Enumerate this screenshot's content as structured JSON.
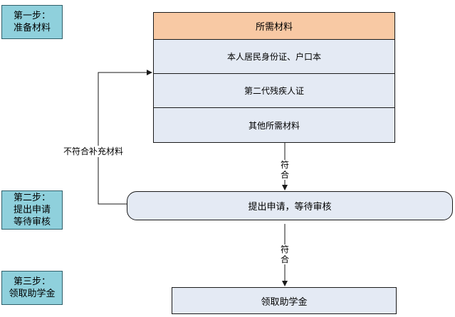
{
  "steps": [
    {
      "line1": "第一步：",
      "line2": "准备材料",
      "line3": ""
    },
    {
      "line1": "第二步：",
      "line2": "提出申请",
      "line3": "等待审核"
    },
    {
      "line1": "第三步：",
      "line2": "领取助学金",
      "line3": ""
    }
  ],
  "materials": {
    "header": "所需材料",
    "items": [
      "本人居民身份证、户口本",
      "第二代残疾人证",
      "其他所需材料"
    ]
  },
  "process": {
    "apply": "提出申请，等待审核",
    "receive": "领取助学金"
  },
  "edges": {
    "pass_1": "符合",
    "pass_2": "符合",
    "fail": "不符合补充材料"
  },
  "colors": {
    "step_fill": "#8fd0dc",
    "header_fill": "#f8c9a4",
    "box_fill": "#e4eaf4",
    "line": "#1a1a1a"
  }
}
